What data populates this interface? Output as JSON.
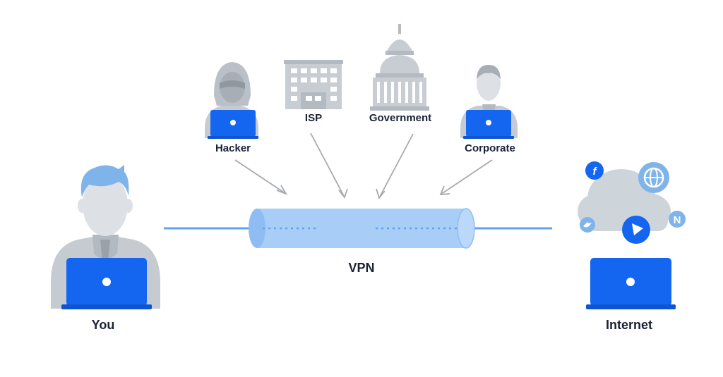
{
  "diagram": {
    "nodes": {
      "you": {
        "label": "You",
        "icon": "person-with-laptop-icon"
      },
      "internet": {
        "label": "Internet",
        "icon": "cloud-with-laptop-icon"
      },
      "hacker": {
        "label": "Hacker",
        "icon": "hooded-hacker-icon"
      },
      "isp": {
        "label": "ISP",
        "icon": "office-building-icon"
      },
      "government": {
        "label": "Government",
        "icon": "capitol-building-icon"
      },
      "corporate": {
        "label": "Corporate",
        "icon": "businessman-icon"
      }
    },
    "tunnel": {
      "label": "VPN"
    },
    "cloud_services": [
      "facebook-icon",
      "globe-icon",
      "twitter-icon",
      "play-icon",
      "netflix-icon"
    ],
    "colors": {
      "laptop": "#1466f0",
      "line": "#5fa3ee",
      "tunnel": "#9ec8f6",
      "figure": "#c6cbd1",
      "label": "#1a2238",
      "arrow": "#a6aaae",
      "hair": "#7fb4ea"
    }
  }
}
